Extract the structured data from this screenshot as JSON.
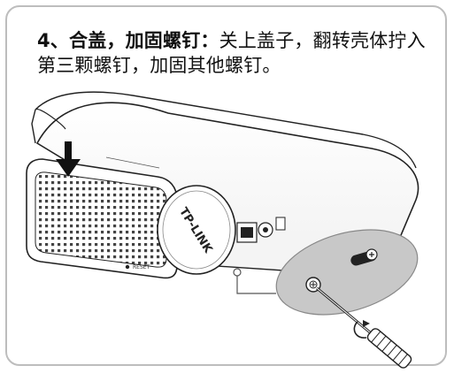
{
  "instruction": {
    "step_title": "4、合盖，加固螺钉：",
    "step_text": "关上盖子，翻转壳体拧入第三颗螺钉，加固其他螺钉。"
  },
  "device": {
    "brand_logo": "TP-LINK",
    "port_label": "RESET"
  },
  "icons": {
    "arrow": "down-arrow-icon",
    "screwdriver": "screwdriver-icon",
    "rotation": "clockwise-rotate-icon"
  },
  "colors": {
    "border": "#bdbdbd",
    "text": "#111111",
    "magnifier_fill": "#c8c8c8"
  }
}
